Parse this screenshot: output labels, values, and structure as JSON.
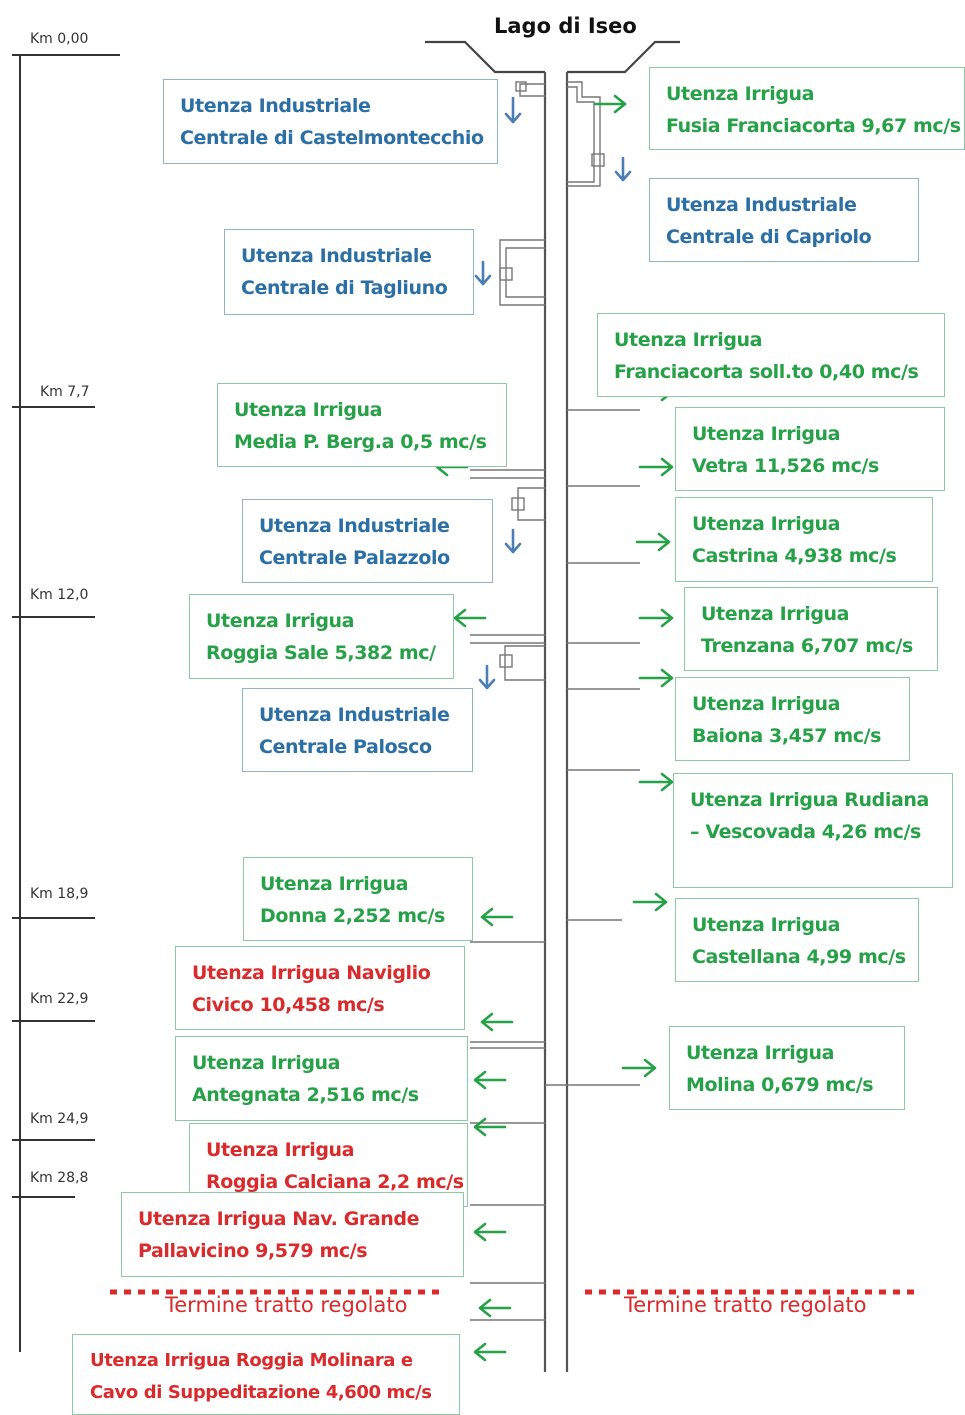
{
  "title": "Lago di Iseo",
  "km_marks": [
    "Km 0,00",
    "Km 7,7",
    "Km 12,0",
    "Km 18,9",
    "Km 22,9",
    "Km 24,9",
    "Km 28,8"
  ],
  "boxes": {
    "castelmontecchio": {
      "lines": [
        "Utenza Industriale",
        "Centrale di Castelmontecchio"
      ]
    },
    "fusia": {
      "lines": [
        "Utenza Irrigua",
        "Fusia Franciacorta 9,67 mc/s"
      ]
    },
    "capriolo": {
      "lines": [
        "Utenza Industriale",
        "Centrale di Capriolo"
      ]
    },
    "tagliuno": {
      "lines": [
        "Utenza Industriale",
        "Centrale di Tagliuno"
      ]
    },
    "franciacorta": {
      "lines": [
        "Utenza Irrigua",
        "Franciacorta soll.to 0,40 mc/s"
      ]
    },
    "media": {
      "lines": [
        "Utenza Irrigua",
        "Media P. Berg.a 0,5 mc/s"
      ]
    },
    "vetra": {
      "lines": [
        "Utenza Irrigua",
        "Vetra  11,526 mc/s"
      ]
    },
    "palazzolo": {
      "lines": [
        "Utenza Industriale",
        "Centrale  Palazzolo"
      ]
    },
    "castrina": {
      "lines": [
        "Utenza Irrigua",
        "Castrina 4,938 mc/s"
      ]
    },
    "sale": {
      "lines": [
        "Utenza Irrigua",
        "Roggia Sale 5,382 mc/"
      ]
    },
    "trenzana": {
      "lines": [
        "Utenza Irrigua",
        "Trenzana 6,707 mc/s"
      ]
    },
    "palosco": {
      "lines": [
        "Utenza Industriale",
        "Centrale  Palosco"
      ]
    },
    "baiona": {
      "lines": [
        "Utenza Irrigua",
        "Baiona 3,457 mc/s"
      ]
    },
    "rudiana": {
      "lines": [
        "Utenza Irrigua  Rudiana",
        "– Vescovada 4,26 mc/s"
      ]
    },
    "donna": {
      "lines": [
        "Utenza Irrigua",
        "Donna 2,252 mc/s"
      ]
    },
    "castellana": {
      "lines": [
        "Utenza Irrigua",
        "Castellana 4,99 mc/s"
      ]
    },
    "naviglio": {
      "lines": [
        "Utenza Irrigua  Naviglio",
        "Civico 10,458 mc/s"
      ]
    },
    "antegnata": {
      "lines": [
        "Utenza Irrigua",
        "Antegnata 2,516 mc/s"
      ]
    },
    "molina": {
      "lines": [
        "Utenza Irrigua",
        "Molina 0,679 mc/s"
      ]
    },
    "calciana": {
      "lines": [
        "Utenza Irrigua",
        "Roggia Calciana 2,2 mc/s"
      ]
    },
    "pallavicino": {
      "lines": [
        "Utenza Irrigua Nav. Grande",
        "Pallavicino 9,579 mc/s"
      ]
    },
    "molinara": {
      "lines": [
        "Utenza Irrigua Roggia Molinara e",
        "Cavo di Suppeditazione 4,600 mc/s"
      ]
    }
  },
  "termine_left": "Termine tratto regolato",
  "termine_right": "Termine tratto regolato",
  "colors": {
    "irrigua": "#27a148",
    "industriale": "#2b6fa5",
    "irrigua_red": "#d92b2b",
    "line": "#555555",
    "arrow_green": "#27a148",
    "arrow_blue": "#4a7fb5"
  }
}
